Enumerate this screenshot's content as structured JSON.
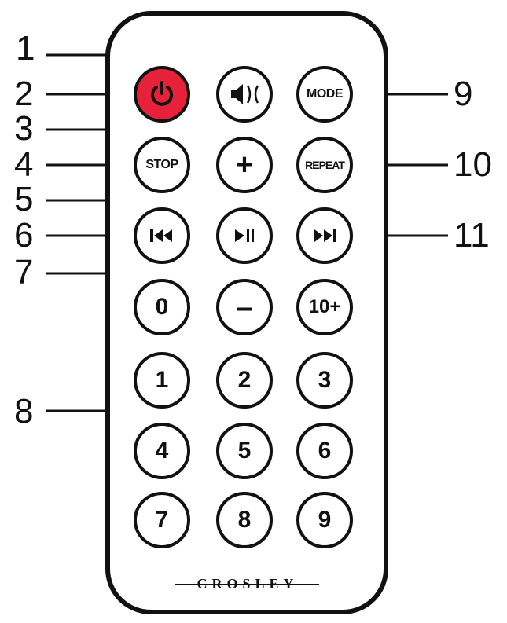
{
  "colors": {
    "power": "#e8213a",
    "ink": "#111111"
  },
  "buttons": {
    "power_icon": "power-icon",
    "mute_icon": "mute-icon",
    "mode": "MODE",
    "stop": "STOP",
    "plus": "+",
    "repeat": "REPEAT",
    "prev_icon": "skip-back-icon",
    "playpause_icon": "play-pause-icon",
    "next_icon": "skip-forward-icon",
    "zero": "0",
    "minus": "–",
    "ten_plus": "10+",
    "one": "1",
    "two": "2",
    "three": "3",
    "four": "4",
    "five": "5",
    "six": "6",
    "seven": "7",
    "eight": "8",
    "nine": "9"
  },
  "brand": "CROSLEY",
  "callouts": [
    "1",
    "2",
    "3",
    "4",
    "5",
    "6",
    "7",
    "8",
    "9",
    "10",
    "11"
  ]
}
